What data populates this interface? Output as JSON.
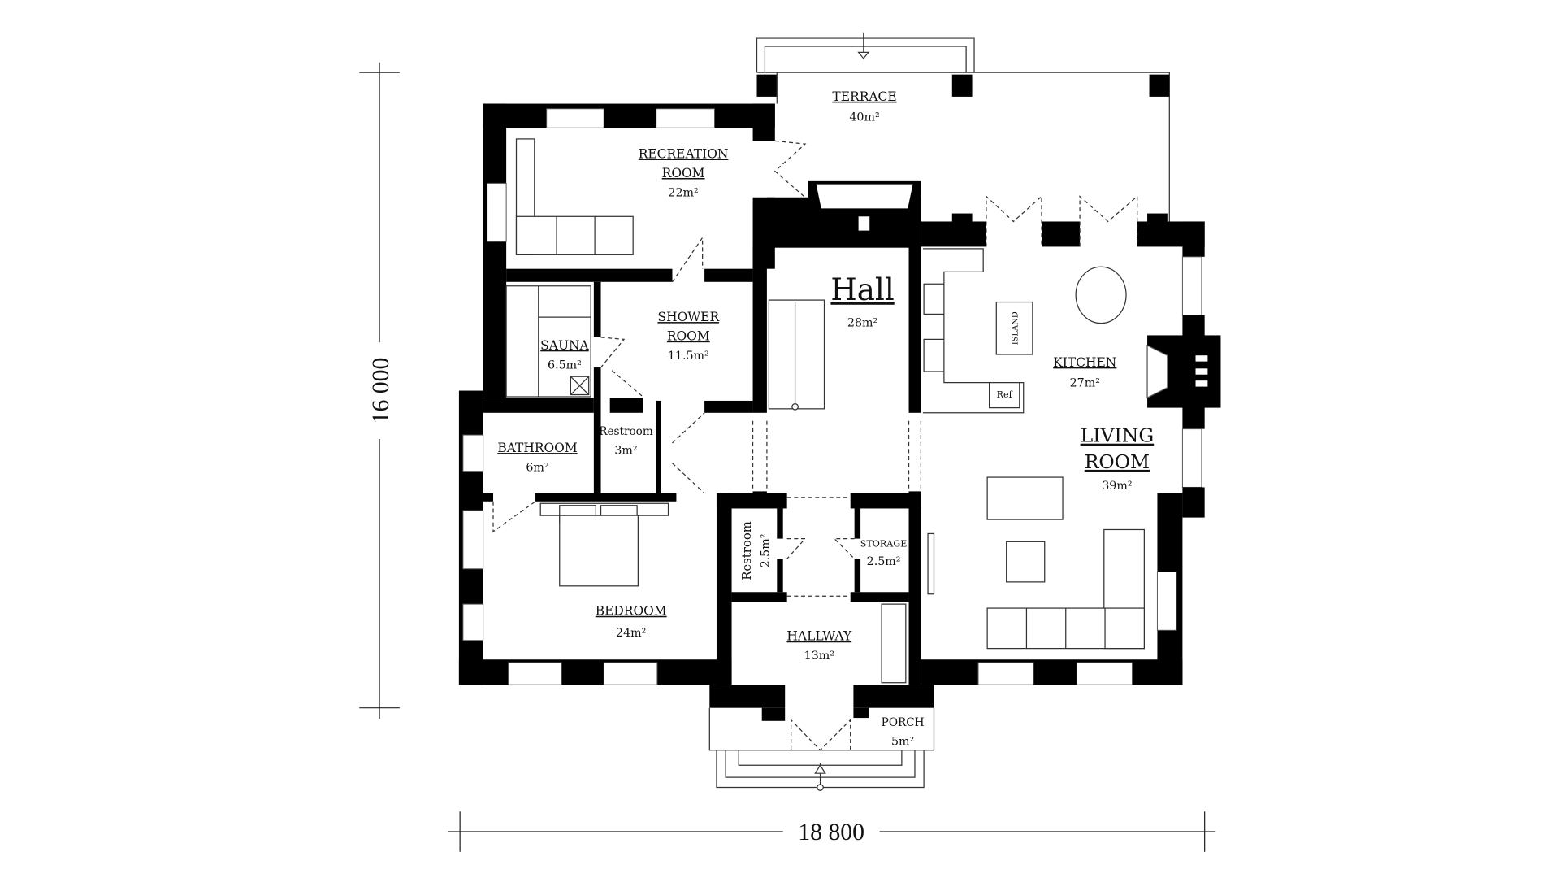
{
  "dimensions": {
    "height_label": "16 000",
    "width_label": "18 800"
  },
  "rooms": {
    "terrace": {
      "name": "TERRACE",
      "area": "40m²"
    },
    "recreation": {
      "name_1": "RECREATION",
      "name_2": "ROOM",
      "area": "22m²"
    },
    "hall": {
      "name": "Hall",
      "area": "28m²"
    },
    "kitchen": {
      "name": "KITCHEN",
      "area": "27m²",
      "island": "ISLAND",
      "fridge": "Ref"
    },
    "shower": {
      "name_1": "SHOWER",
      "name_2": "ROOM",
      "area": "11.5m²"
    },
    "sauna": {
      "name": "SAUNA",
      "area": "6.5m²"
    },
    "bathroom": {
      "name": "BATHROOM",
      "area": "6m²"
    },
    "restroom1": {
      "name": "Restroom",
      "area": "3m²"
    },
    "living": {
      "name_1": "LIVING",
      "name_2": "ROOM",
      "area": "39m²"
    },
    "restroom2": {
      "name": "Restroom",
      "area": "2.5m²"
    },
    "storage": {
      "name": "STORAGE",
      "area": "2.5m²"
    },
    "bedroom": {
      "name": "BEDROOM",
      "area": "24m²"
    },
    "hallway": {
      "name": "HALLWAY",
      "area": "13m²"
    },
    "porch": {
      "name": "PORCH",
      "area": "5m²"
    }
  }
}
